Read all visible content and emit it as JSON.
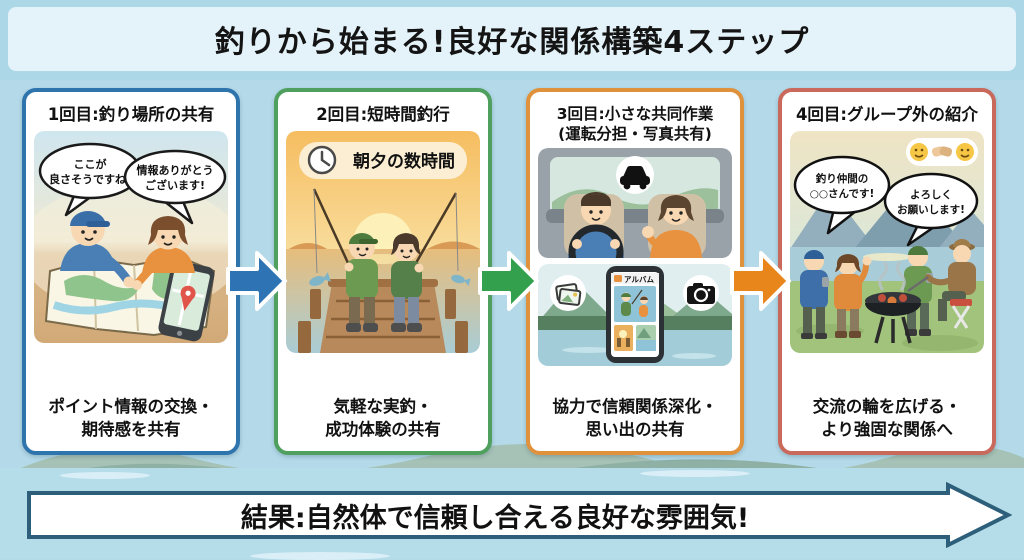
{
  "title": "釣りから始まる!良好な関係構築4ステップ",
  "banner": "結果:自然体で信頼し合える良好な雰囲気!",
  "colors": {
    "background_sky": "#b4dae9",
    "title_band": "#abd7e7",
    "title_inner": "#e4f2f9",
    "panel1_border": "#2e74ad",
    "panel2_border": "#4fa05e",
    "panel3_border": "#e0913c",
    "panel4_border": "#c9695c",
    "arrow1": "#2e74b5",
    "arrow2": "#33a04d",
    "arrow3": "#e8861c",
    "banner_border": "#2d5f7a",
    "banner_fill": "#ffffff"
  },
  "icons": {
    "clock": "clock-icon",
    "car": "car-icon",
    "camera": "camera-icon",
    "photos": "photos-icon",
    "map_pin": "map-pin-icon",
    "smiley": "smiley-icon",
    "handshake": "handshake-icon",
    "flow_arrow": "arrow-right-icon"
  },
  "panels": [
    {
      "header": "1回目:釣り場所の共有",
      "bubble1_line1": "ここが",
      "bubble1_line2": "良さそうですね!",
      "bubble2_line1": "情報ありがとう",
      "bubble2_line2": "ございます!",
      "caption_line1": "ポイント情報の交換・",
      "caption_line2": "期待感を共有"
    },
    {
      "header": "2回目:短時間釣行",
      "badge": "朝夕の数時間",
      "caption_line1": "気軽な実釣・",
      "caption_line2": "成功体験の共有"
    },
    {
      "header": "3回目:小さな共同作業",
      "header2": "(運転分担・写真共有)",
      "phone_app_title": "アルバム",
      "caption_line1": "協力で信頼関係深化・",
      "caption_line2": "思い出の共有"
    },
    {
      "header": "4回目:グループ外の紹介",
      "bubble1_line1": "釣り仲間の",
      "bubble1_line2": "○○さんです!",
      "bubble2_line1": "よろしく",
      "bubble2_line2": "お願いします!",
      "caption_line1": "交流の輪を広げる・",
      "caption_line2": "より強固な関係へ"
    }
  ]
}
